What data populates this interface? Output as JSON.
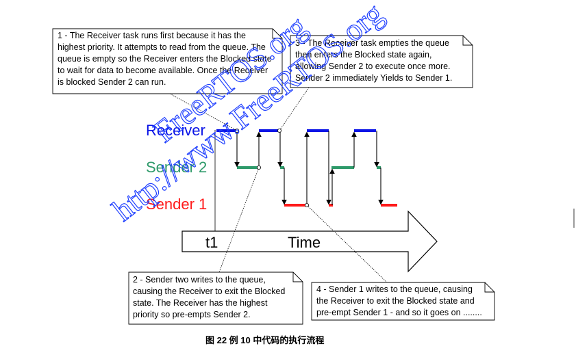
{
  "notes": {
    "n1": [
      "1 - The Receiver task runs first because it has the",
      "highest priority.  It attempts to read from the queue.  The",
      "queue is empty so the Receiver enters the Blocked state",
      "to wait for data to become available.  Once the Receiver",
      "is blocked Sender 2 can run."
    ],
    "n2": [
      "2 - Sender two writes to the queue,",
      "causing the Receiver to exit the Blocked",
      "state.  The Receiver has the highest",
      "priority so pre-empts Sender 2."
    ],
    "n3": [
      "3 - The Receiver task empties the queue",
      "then enters the Blocked state again,",
      "allowing Sender 2 to execute once more.",
      "Sender 2 immediately Yields to Sender 1."
    ],
    "n4": [
      "4 - Sender 1 writes to the queue, causing",
      "the Receiver to exit the Blocked state and",
      "pre-empt Sender 1 - and so it goes on ........"
    ]
  },
  "lanes": {
    "receiver": "Receiver",
    "sender2": "Sender 2",
    "sender1": "Sender 1"
  },
  "axis": {
    "t1": "t1",
    "time": "Time"
  },
  "watermark": [
    "FreeRTOS.org",
    "http://www.FreeRTOS.org"
  ],
  "caption": "图  22  例 10 中代码的执行流程",
  "colors": {
    "receiver": "#0a14e6",
    "sender2": "#2e9a6a",
    "sender1": "#ff1a1a"
  }
}
